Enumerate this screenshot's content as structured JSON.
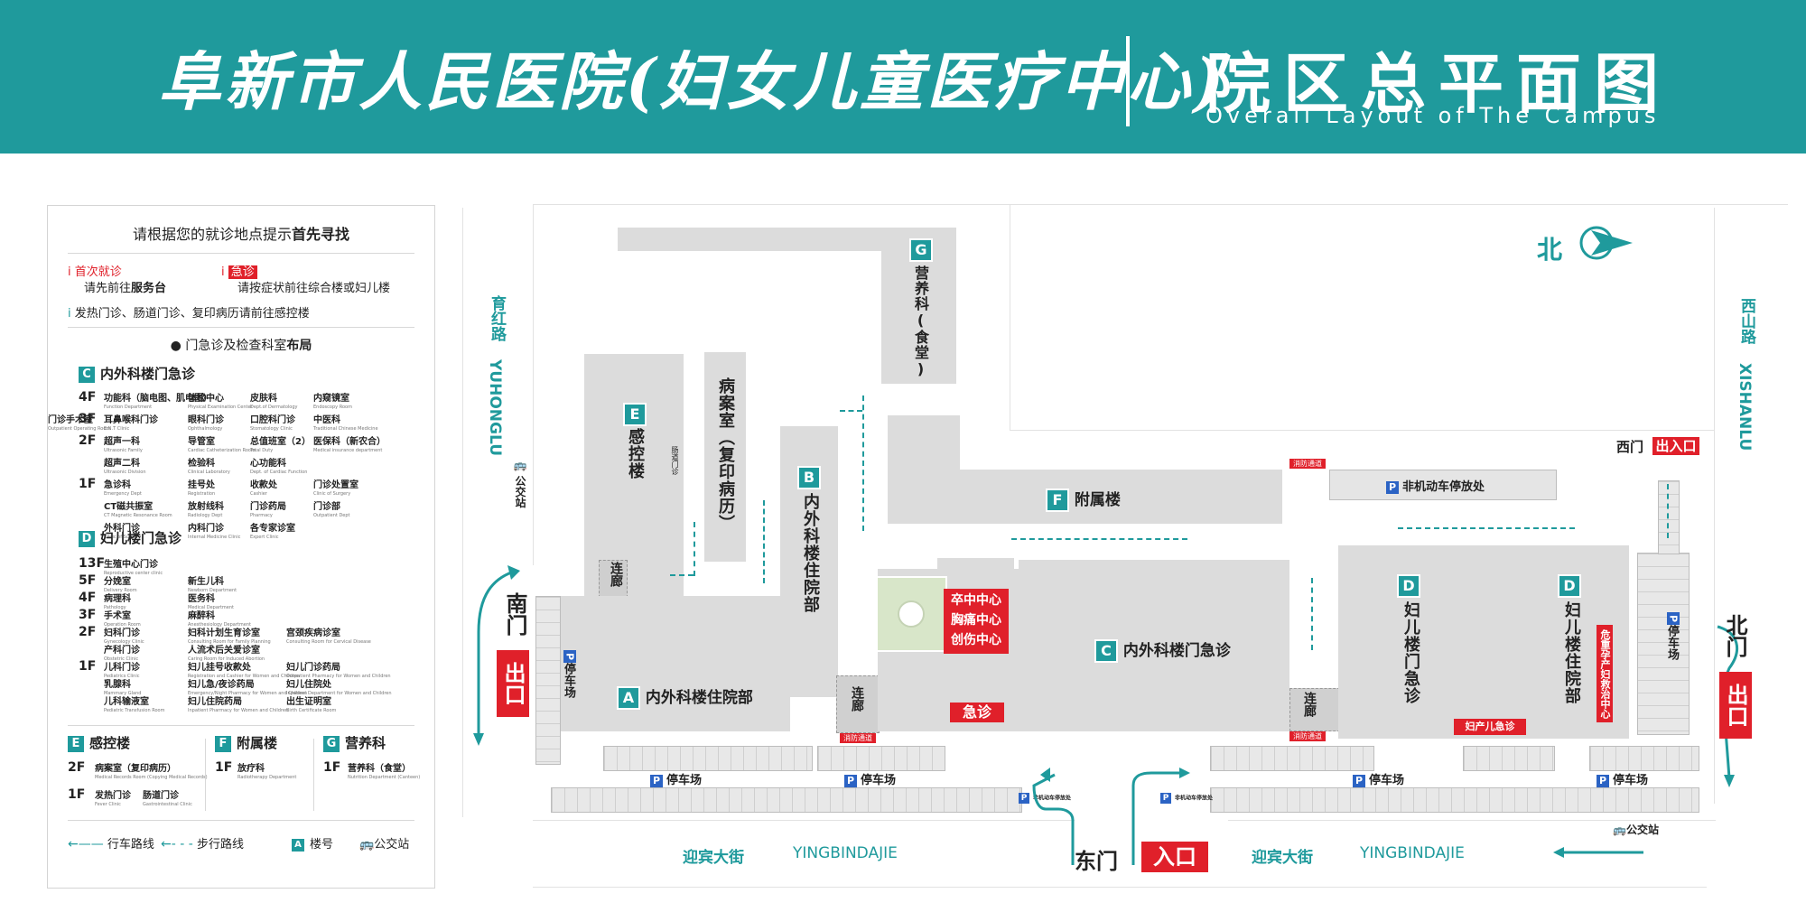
{
  "banner": {
    "hospital_name": "阜新市人民医院(妇女儿童医疗中心)",
    "title": "院区总平面图",
    "subtitle": "Overall Layout of The Campus"
  },
  "legend": {
    "title_prefix": "请根据您的就诊地点提示",
    "title_bold": "首先寻找",
    "first_visit_label": "首次就诊",
    "first_visit_text": "请先前往",
    "first_visit_bold": "服务台",
    "emergency_label": "急诊",
    "emergency_text": "请按症状前往综合楼或妇儿楼",
    "fever_text": "发热门诊、肠道门诊、复印病历请前往感控楼",
    "layout_title_prefix": "门急诊及检查科室",
    "layout_title_bold": "布局",
    "c_building": {
      "badge": "C",
      "name": "内外科楼门急诊",
      "floors": [
        {
          "floor": "4F",
          "depts": [
            [
              "功能科（脑电图、肌电图）",
              "Function Department"
            ],
            [
              "体检中心",
              "Physical Examination Center"
            ],
            [
              "皮肤科",
              "Dept.of Dermatology"
            ],
            [
              "内窥镜室",
              "Endoscopy Room"
            ]
          ]
        },
        {
          "floor": "3F",
          "depts": [
            [
              "耳鼻喉科门诊",
              "E.N.T Clinic"
            ],
            [
              "眼科门诊",
              "Ophthalmology"
            ],
            [
              "口腔科门诊",
              "Stomatology Clinic"
            ],
            [
              "中医科",
              "Traditional Chinese Medicine"
            ],
            [
              "门诊手术室",
              "Outpatient Operating Room"
            ]
          ]
        },
        {
          "floor": "2F",
          "depts": [
            [
              "超声一科",
              "Ultrasonic Family"
            ],
            [
              "导管室",
              "Cardiac Catheterization Room"
            ],
            [
              "总值班室（2）",
              "Total Duty"
            ],
            [
              "医保科（新农合）",
              "Medical insurance department"
            ]
          ]
        },
        {
          "floor": "",
          "depts": [
            [
              "超声二科",
              "Ultrasonic Division"
            ],
            [
              "检验科",
              "Clinical Laboratory"
            ],
            [
              "心功能科",
              "Dept. of Cardiac Function"
            ]
          ]
        },
        {
          "floor": "1F",
          "depts": [
            [
              "急诊科",
              "Emergency Dept"
            ],
            [
              "挂号处",
              "Registration"
            ],
            [
              "收款处",
              "Cashier"
            ],
            [
              "门诊处置室",
              "Clinic of Surgery"
            ]
          ]
        },
        {
          "floor": "",
          "depts": [
            [
              "CT磁共振室",
              "CT Magnetic Resonance Room"
            ],
            [
              "放射线科",
              "Radiology Dept"
            ],
            [
              "门诊药局",
              "Pharmacy"
            ],
            [
              "门诊部",
              "Outpatient Dept"
            ]
          ]
        },
        {
          "floor": "",
          "depts": [
            [
              "外科门诊",
              "Clinic of Surgery"
            ],
            [
              "内科门诊",
              "Internal Medicine Clinic"
            ],
            [
              "各专家诊室",
              "Expert Clinic"
            ]
          ]
        }
      ]
    },
    "d_building": {
      "badge": "D",
      "name": "妇儿楼门急诊",
      "floors": [
        {
          "floor": "13F",
          "depts": [
            [
              "生殖中心门诊",
              "Reproductive center clinic"
            ]
          ]
        },
        {
          "floor": "5F",
          "depts": [
            [
              "分娩室",
              "Delivery Room"
            ],
            [
              "新生儿科",
              "Newborn Department"
            ]
          ]
        },
        {
          "floor": "4F",
          "depts": [
            [
              "病理科",
              "Pathology"
            ],
            [
              "医务科",
              "Medical Department"
            ]
          ]
        },
        {
          "floor": "3F",
          "depts": [
            [
              "手术室",
              "Operation Room"
            ],
            [
              "麻醉科",
              "Anesthesiology Department"
            ]
          ]
        },
        {
          "floor": "2F",
          "depts": [
            [
              "妇科门诊",
              "Gynecology Clinic"
            ],
            [
              "妇科计划生育诊室",
              "Consulting Room for Family Planning"
            ],
            [
              "宫颈疾病诊室",
              "Consulting Room for Cervical Disease"
            ]
          ]
        },
        {
          "floor": "",
          "depts": [
            [
              "产科门诊",
              "Obstetric Clinic"
            ],
            [
              "人流术后关爱诊室",
              "Caring Room for Induced Abortion"
            ]
          ]
        },
        {
          "floor": "1F",
          "depts": [
            [
              "儿科门诊",
              "Pediatrics Clinic"
            ],
            [
              "妇儿挂号收款处",
              "Registration and Cashier for Women and Children"
            ],
            [
              "妇儿门诊药局",
              "Outpatient Pharmacy for Women and Children"
            ]
          ]
        },
        {
          "floor": "",
          "depts": [
            [
              "乳腺科",
              "Mammary Gland"
            ],
            [
              "妇儿急/夜诊药局",
              "Emergency/Night Pharmacy for Women and Children"
            ],
            [
              "妇儿住院处",
              "Inpatient Department for Women and Children"
            ]
          ]
        },
        {
          "floor": "",
          "depts": [
            [
              "儿科输液室",
              "Pediatric Transfusion Room"
            ],
            [
              "妇儿住院药局",
              "Inpatient Pharmacy for Women and Children"
            ],
            [
              "出生证明室",
              "Birth Certificate Room"
            ]
          ]
        }
      ]
    },
    "e_building": {
      "badge": "E",
      "name": "感控楼",
      "rows": [
        {
          "floor": "2F",
          "depts": [
            [
              "病案室（复印病历）",
              "Medical Records Room (Copying Medical Records)"
            ]
          ]
        },
        {
          "floor": "1F",
          "depts": [
            [
              "发热门诊",
              "Fever Clinic"
            ],
            [
              "肠道门诊",
              "Gastrointestinal Clinic"
            ]
          ]
        }
      ]
    },
    "f_building": {
      "badge": "F",
      "name": "附属楼",
      "rows": [
        {
          "floor": "1F",
          "depts": [
            [
              "放疗科",
              "Radiotherapy Department"
            ]
          ]
        }
      ]
    },
    "g_building": {
      "badge": "G",
      "name": "营养科",
      "rows": [
        {
          "floor": "1F",
          "depts": [
            [
              "营养科（食堂）",
              "Nutrition Department (Canteen)"
            ]
          ]
        }
      ]
    },
    "key_drive": "行车路线",
    "key_walk": "步行路线",
    "key_building_badge": "A",
    "key_building": "楼号",
    "key_bus": "公交站"
  },
  "map": {
    "buildings": {
      "a": {
        "badge": "A",
        "name": "内外科楼住院部"
      },
      "b": {
        "badge": "B",
        "name": "内外科楼住院部"
      },
      "c": {
        "badge": "C",
        "name": "内外科楼门急诊"
      },
      "d1": {
        "badge": "D",
        "name": "妇儿楼门急诊"
      },
      "d2": {
        "badge": "D",
        "name": "妇儿楼住院部"
      },
      "e": {
        "badge": "E",
        "name": "感控楼"
      },
      "f": {
        "badge": "F",
        "name": "附属楼"
      },
      "g": {
        "badge": "G",
        "name": "营养科(食堂)"
      },
      "records": {
        "name": "病案室（复印病历）"
      }
    },
    "corridor_label": "连廊",
    "fire_lane": "消防通道",
    "centers": [
      "卒中中心",
      "胸痛中心",
      "创伤中心"
    ],
    "emergency": "急诊",
    "maternal_center": "危重孕产妇救治中心",
    "ob_ped_emergency": "妇产儿急诊",
    "enteric_clinic": "肠道门诊",
    "parking": "停车场",
    "parking_p": "P",
    "bike_parking": "非机动车停放处",
    "small_bike_parking": "非机动车停放处",
    "north_label": "北",
    "roads": {
      "yuhong_cn": "育红路",
      "yuhong_en": "YUHONGLU",
      "xishan_cn": "西山路",
      "xishan_en": "XISHANLU",
      "yingbin_cn": "迎宾大街",
      "yingbin_en": "YINGBINDAJIE"
    },
    "bus_stop": "公交站",
    "gates": {
      "south": "南门",
      "south_tag": "出口",
      "east": "东门",
      "east_tag": "入口",
      "west": "西门",
      "west_tag": "出入口",
      "north": "北门",
      "north_tag": "出口"
    }
  },
  "colors": {
    "teal": "#1f9a9c",
    "red": "#e0202a",
    "building": "#dcdcdc",
    "parking_blue": "#2b63c4"
  }
}
